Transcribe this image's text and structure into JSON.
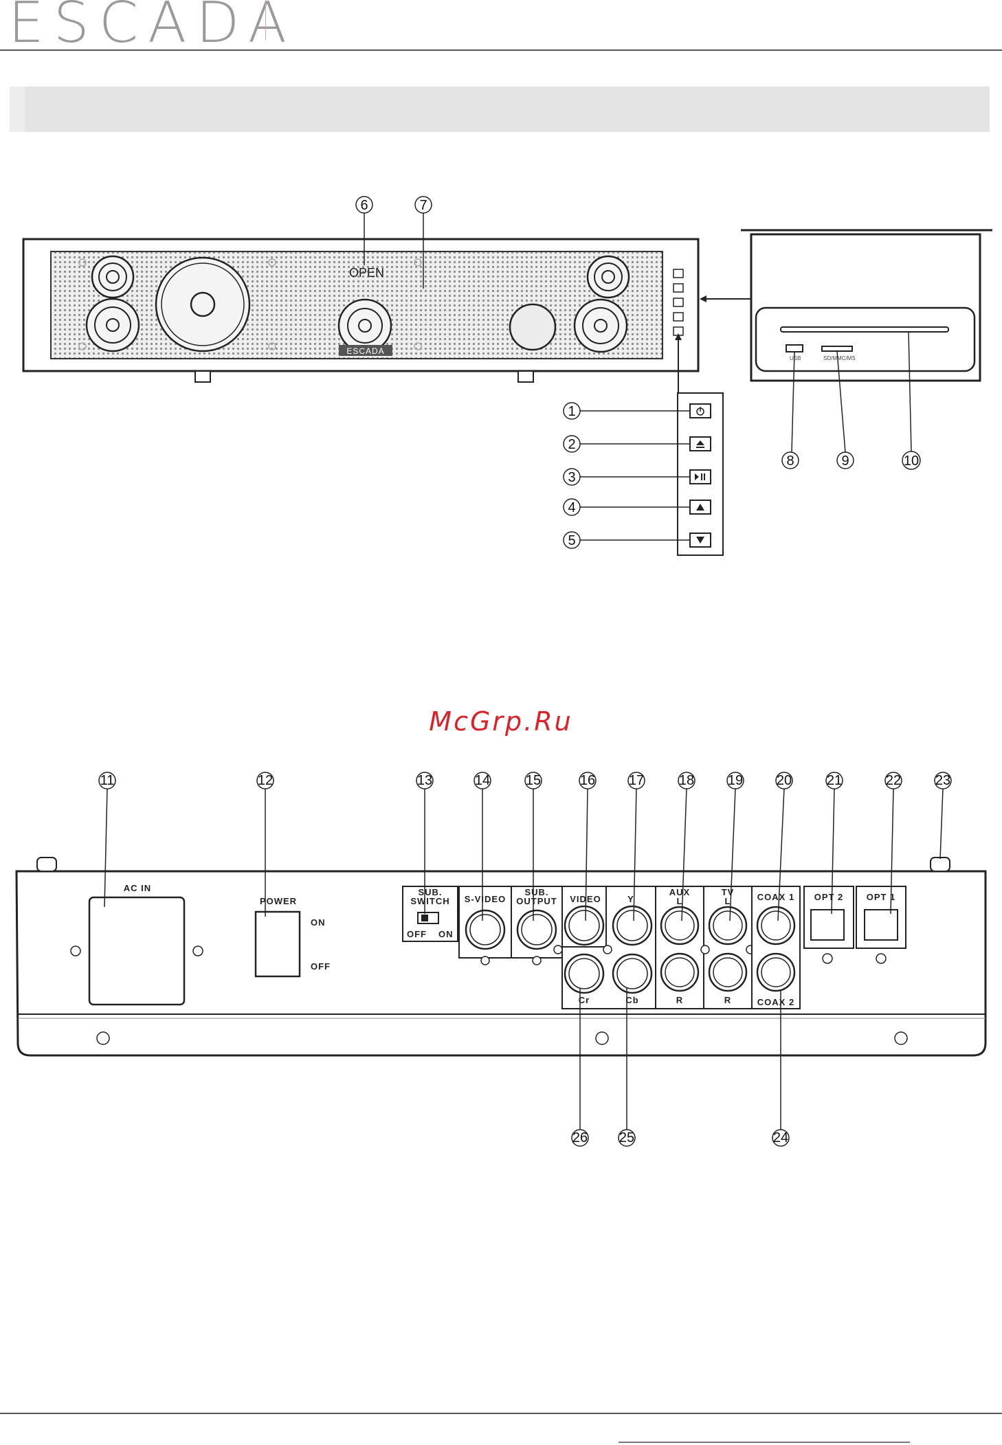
{
  "header": {
    "brand": "ESCADA"
  },
  "watermark": "McGrp.Ru",
  "front_panel": {
    "display_text": "OPEN",
    "grille_brand": "ESCADA",
    "callouts": [
      "1",
      "2",
      "3",
      "4",
      "5",
      "6",
      "7",
      "8",
      "9",
      "10"
    ]
  },
  "side_panel": {
    "usb_label": "USB",
    "card_label": "SD/MMC/MS"
  },
  "rear_panel": {
    "callouts_top": [
      "11",
      "12",
      "13",
      "14",
      "15",
      "16",
      "17",
      "18",
      "19",
      "20",
      "21",
      "22",
      "23"
    ],
    "callouts_bottom": [
      "26",
      "25",
      "24"
    ],
    "ac_in": "AC IN",
    "power": "POWER",
    "on": "ON",
    "off": "OFF",
    "sub_switch_line1": "SUB.",
    "sub_switch_line2": "SWITCH",
    "sub_off": "OFF",
    "sub_on": "ON",
    "s_video": "S-VIDEO",
    "sub_output_line1": "SUB.",
    "sub_output_line2": "OUTPUT",
    "video": "VIDEO",
    "y": "Y",
    "cr": "Cr",
    "cb": "Cb",
    "aux_line1": "AUX",
    "aux_l": "L",
    "aux_r": "R",
    "tv_line1": "TV",
    "tv_l": "L",
    "tv_r": "R",
    "coax1": "COAX 1",
    "coax2": "COAX 2",
    "opt2": "OPT 2",
    "opt1": "OPT 1"
  }
}
